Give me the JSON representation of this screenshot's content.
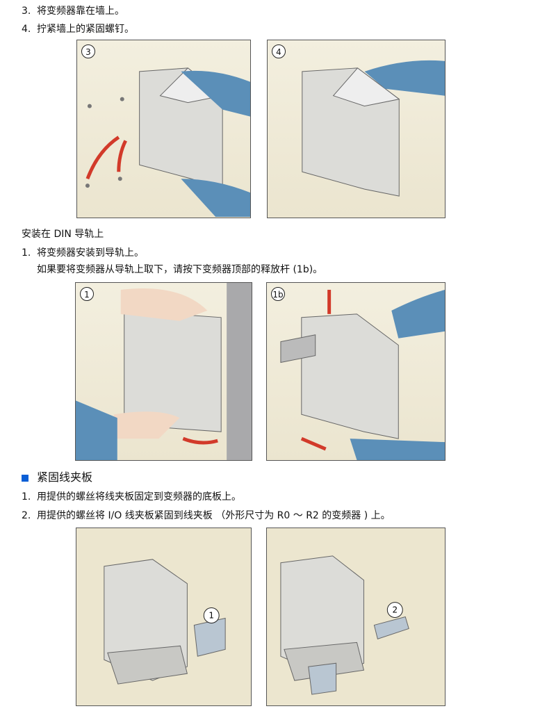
{
  "steps_top": [
    {
      "num": "3.",
      "text": "将变频器靠在墙上。"
    },
    {
      "num": "4.",
      "text": "拧紧墙上的紧固螺钉。"
    }
  ],
  "figures_top": [
    {
      "label": "3"
    },
    {
      "label": "4"
    }
  ],
  "din_section": {
    "heading": "安装在 DIN 导轨上",
    "steps": [
      {
        "num": "1.",
        "text": "将变频器安装到导轨上。",
        "note": "如果要将变频器从导轨上取下，请按下变频器顶部的释放杆 (1b)。"
      }
    ]
  },
  "figures_din": [
    {
      "label": "1"
    },
    {
      "label": "1b"
    }
  ],
  "clamp_section": {
    "heading": "紧固线夹板",
    "steps": [
      {
        "num": "1.",
        "text": "用提供的螺丝将线夹板固定到变频器的底板上。"
      },
      {
        "num": "2.",
        "text": "用提供的螺丝将 I/O 线夹板紧固到线夹板 （外形尺寸为 R0 ～ R2 的变频器 ) 上。"
      }
    ]
  },
  "figures_clamp": [
    {
      "label": "1"
    },
    {
      "label": "2"
    }
  ],
  "colors": {
    "accent": "#0a5fd6",
    "arrow": "#d23a2a",
    "sleeve": "#5b8fb8",
    "device": "#d9d9d6"
  }
}
